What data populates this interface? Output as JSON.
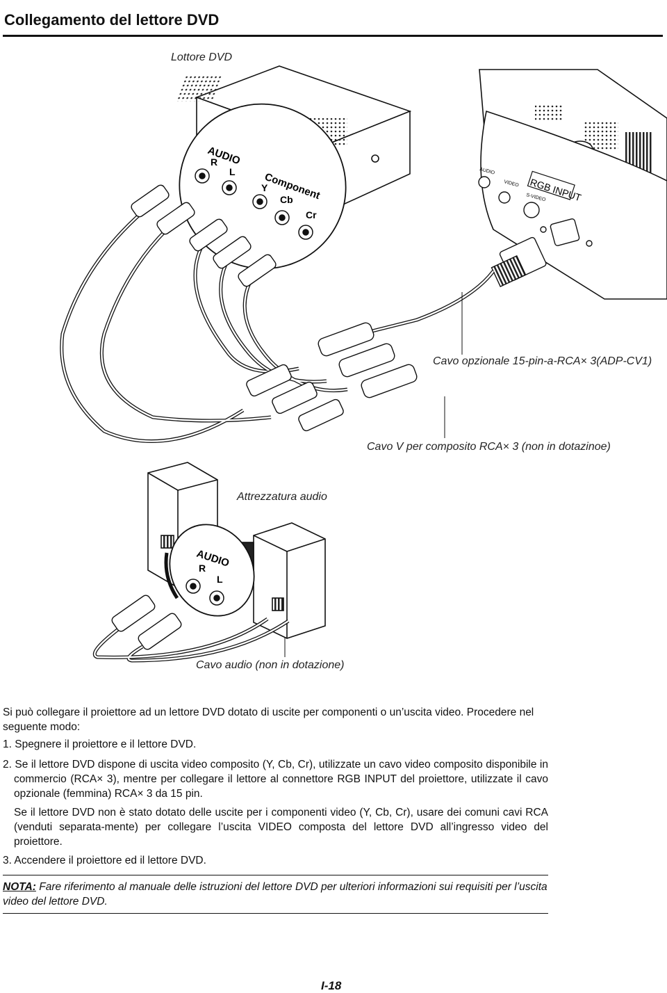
{
  "page": {
    "title": "Collegamento del lettore DVD",
    "page_number": "I-18"
  },
  "diagram": {
    "dvd_player_label": "Lottore DVD",
    "dvd_panel": {
      "audio": "AUDIO",
      "r": "R",
      "l": "L",
      "component": "Component",
      "y": "Y",
      "cb": "Cb",
      "cr": "Cr"
    },
    "projector_panel": {
      "audio": "AUDIO",
      "video": "VIDEO",
      "svideo": "S-VIDEO",
      "rgb_input": "RGB INPUT"
    },
    "cable1_label": "Cavo opzionale 15-pin-a-RCA× 3(ADP-CV1)",
    "cable2_label": "Cavo V per composito RCA× 3 (non in dotazinoe)",
    "audio_equipment_label": "Attrezzatura audio",
    "audio_panel": {
      "audio": "AUDIO",
      "r": "R",
      "l": "L"
    },
    "audio_cable_label": "Cavo audio (non in dotazione)"
  },
  "body": {
    "intro": "Si può collegare il proiettore ad un lettore DVD dotato di uscite per componenti o un’uscita video. Procedere nel seguente modo:",
    "step1": "1. Spegnere il proiettore e il lettore DVD.",
    "step2": "2. Se il lettore DVD dispone di uscita video composito (Y, Cb, Cr), utilizzate un cavo video composito disponibile in commercio (RCA× 3), mentre per collegare il lettore al connettore RGB INPUT del proiettore, utilizzate il cavo opzionale (femmina) RCA× 3 da 15 pin.",
    "step2b": "Se il lettore DVD non è stato dotato delle uscite per i componenti video (Y, Cb, Cr), usare dei comuni cavi RCA (venduti separata-mente) per collegare l’uscita VIDEO composta del lettore DVD all’ingresso video del proiettore.",
    "step3": "3. Accendere il proiettore ed il lettore DVD."
  },
  "nota": {
    "label": "NOTA:",
    "text": " Fare riferimento al manuale delle istruzioni del lettore DVD per ulteriori informazioni sui requisiti per l’uscita video del lettore DVD."
  }
}
